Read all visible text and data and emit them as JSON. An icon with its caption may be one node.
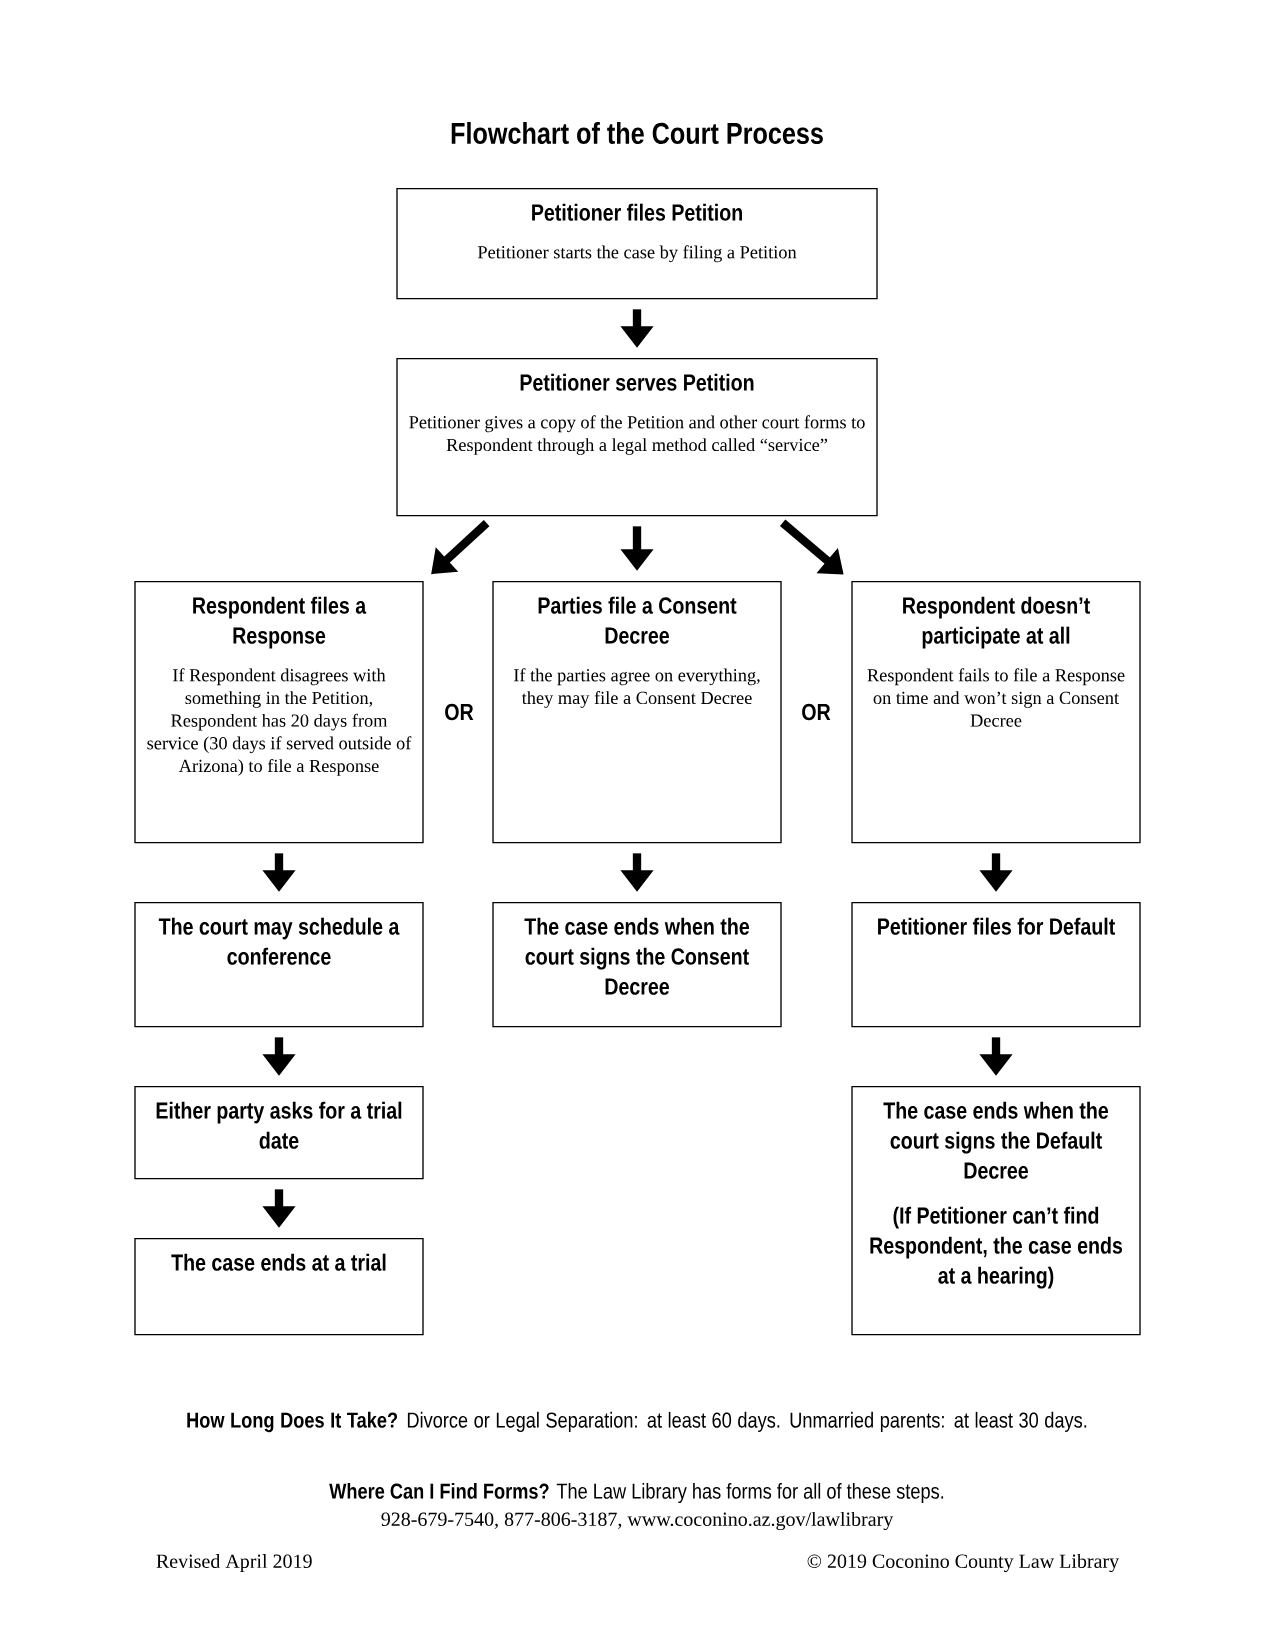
{
  "diagram": {
    "title": "Flowchart of the Court Process",
    "nodes": [
      {
        "text": [
          "Petitioner files Petition",
          "Petitioner starts the case by filing a Petition"
        ]
      },
      {
        "text": [
          "Petitioner serves Petition",
          "Petitioner gives a copy of the Petition and other court forms to Respondent through a legal method called “service”"
        ]
      },
      {
        "text": [
          "Respondent files a Response",
          "If Respondent disagrees with something in the Petition, Respondent has 20 days from service (30 days if served outside of Arizona) to file a Response"
        ]
      },
      {
        "text": [
          "Parties file a Consent Decree",
          "If the parties agree on everything, they may file a Consent Decree"
        ]
      },
      {
        "text": [
          "Respondent doesn’t participate at all",
          "Respondent fails to file a Response on time and won’t sign a Consent Decree"
        ]
      },
      {
        "text": [
          "The court may schedule a conference"
        ]
      },
      {
        "text": [
          "The case ends when the court signs the Consent Decree"
        ]
      },
      {
        "text": [
          "Petitioner files for Default"
        ]
      },
      {
        "text": [
          "Either party asks for a trial date"
        ]
      },
      {
        "text": [
          "The case ends at a trial"
        ]
      },
      {
        "text": [
          "The case ends when the court signs the Default Decree",
          "(If Petitioner can’t find Respondent, the case ends at a hearing)"
        ]
      }
    ],
    "edges": [
      {
        "from": 0,
        "to": 1,
        "arrow": "to"
      },
      {
        "from": 1,
        "to": 2,
        "arrow": "to"
      },
      {
        "from": 1,
        "to": 3,
        "arrow": "to"
      },
      {
        "from": 1,
        "to": 4,
        "arrow": "to"
      },
      {
        "from": 2,
        "to": 5,
        "arrow": "to"
      },
      {
        "from": 3,
        "to": 6,
        "arrow": "to"
      },
      {
        "from": 4,
        "to": 7,
        "arrow": "to"
      },
      {
        "from": 5,
        "to": 8,
        "arrow": "to"
      },
      {
        "from": 8,
        "to": 9,
        "arrow": "to"
      },
      {
        "from": 7,
        "to": 10,
        "arrow": "to"
      }
    ],
    "labels": [
      "OR",
      "OR",
      "**How Long Does It Take?** Divorce or Legal Separation: at least 60 days. Unmarried parents: at least 30 days.",
      "**Where Can I Find Forms?** The Law Library has forms for all of these steps.",
      "928-679-7540, 877-806-3187, www.coconino.az.gov/lawlibrary",
      "Revised April 2019",
      "© 2019 Coconino County Law Library"
    ]
  }
}
